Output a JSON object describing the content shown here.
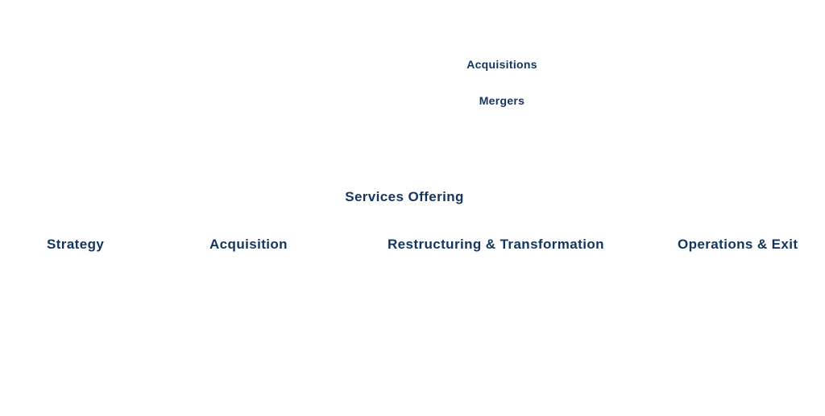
{
  "dropdown": {
    "items": [
      {
        "label": "Acquisitions"
      },
      {
        "label": "Mergers"
      }
    ]
  },
  "section": {
    "title": "Services Offering"
  },
  "services_nav": {
    "items": [
      {
        "label": "Strategy"
      },
      {
        "label": "Acquisition"
      },
      {
        "label": "Restructuring & Transformation"
      },
      {
        "label": "Operations & Exit"
      }
    ]
  },
  "colors": {
    "text": "#13345e",
    "background": "#ffffff"
  }
}
